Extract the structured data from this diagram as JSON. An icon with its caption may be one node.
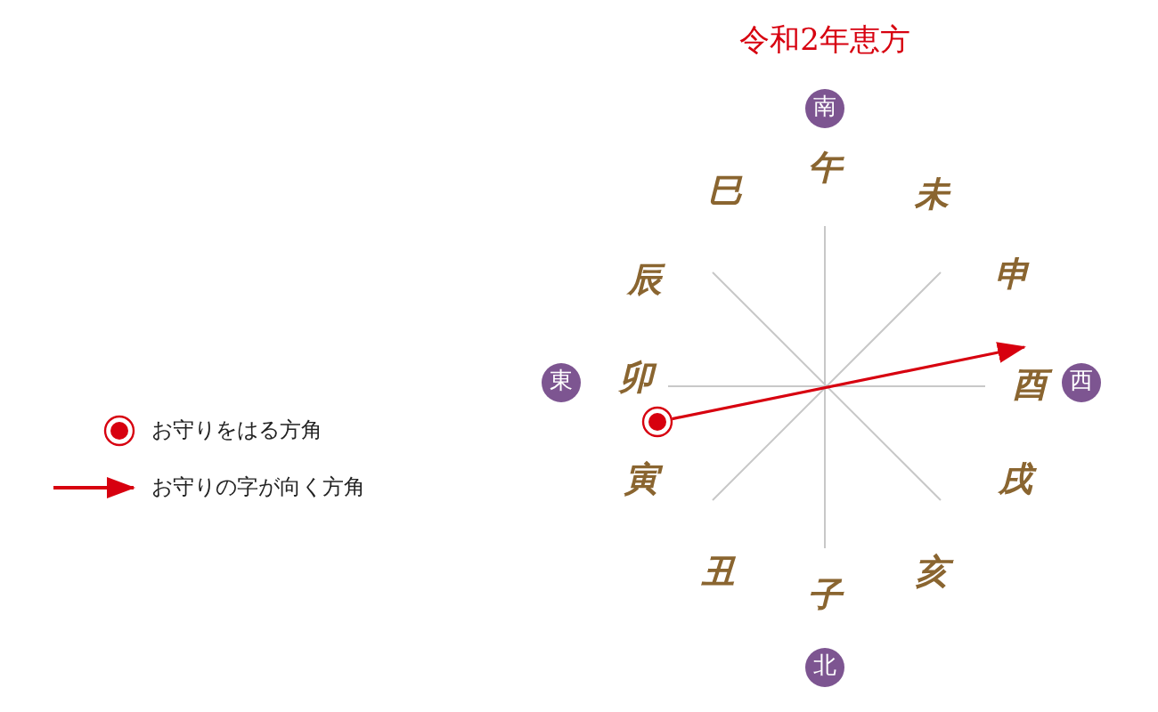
{
  "diagram": {
    "title": "令和2年恵方",
    "nodes": [
      {
        "text": [
          "南"
        ]
      },
      {
        "text": [
          "午"
        ]
      },
      {
        "text": [
          "巳"
        ]
      },
      {
        "text": [
          "未"
        ]
      },
      {
        "text": [
          "辰"
        ]
      },
      {
        "text": [
          "申"
        ]
      },
      {
        "text": [
          "東"
        ]
      },
      {
        "text": [
          "卯"
        ]
      },
      {
        "text": [
          "酉"
        ]
      },
      {
        "text": [
          "西"
        ]
      },
      {
        "text": [],
        "shape": "circle"
      },
      {
        "text": [
          "寅"
        ]
      },
      {
        "text": [
          "戌"
        ]
      },
      {
        "text": [
          "丑"
        ]
      },
      {
        "text": [
          "亥"
        ]
      },
      {
        "text": [
          "子"
        ]
      },
      {
        "text": [
          "北"
        ]
      }
    ],
    "edges": [
      {
        "from": 10,
        "to": 8,
        "arrow": "to",
        "color": "#d7000f"
      }
    ],
    "legend": [
      {
        "text": "お守りをはる方角"
      },
      {
        "text": "お守りの字が向く方角"
      }
    ]
  }
}
